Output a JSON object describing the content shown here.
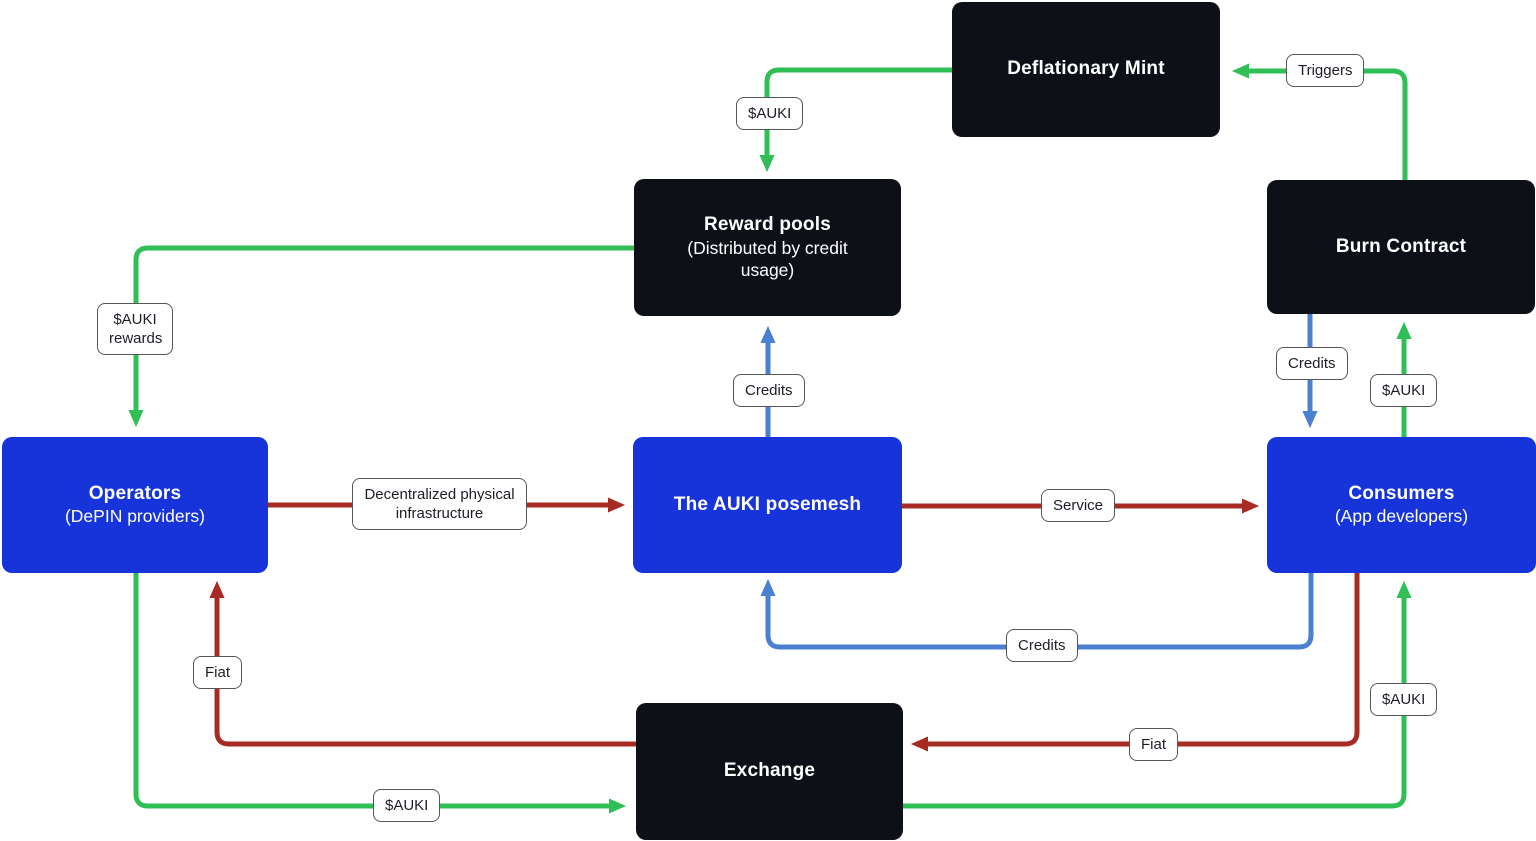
{
  "diagram": {
    "title_hint": "AUKI posemesh token flow diagram",
    "nodes": {
      "deflationary_mint": {
        "title": "Deflationary Mint"
      },
      "reward_pools": {
        "title": "Reward pools",
        "subtitle": "(Distributed by credit usage)"
      },
      "burn_contract": {
        "title": "Burn Contract"
      },
      "operators": {
        "title": "Operators",
        "subtitle": "(DePIN providers)"
      },
      "posemesh": {
        "title": "The AUKI posemesh"
      },
      "consumers": {
        "title": "Consumers",
        "subtitle": "(App developers)"
      },
      "exchange": {
        "title": "Exchange"
      }
    },
    "edge_labels": {
      "mint_auki": "$AUKI",
      "triggers": "Triggers",
      "auki_rewards": "$AUKI rewards",
      "credits_to_pools": "Credits",
      "credits_to_consumers": "Credits",
      "auki_to_burn": "$AUKI",
      "depin_infra": "Decentralized physical infrastructure",
      "service": "Service",
      "credits_to_posemesh": "Credits",
      "fiat_to_operators": "Fiat",
      "fiat_to_exchange": "Fiat",
      "auki_to_exchange": "$AUKI",
      "auki_to_consumers": "$AUKI"
    },
    "edges": [
      {
        "from": "Deflationary Mint",
        "to": "Reward pools",
        "label": "$AUKI",
        "color": "green"
      },
      {
        "from": "Burn Contract",
        "to": "Deflationary Mint",
        "label": "Triggers",
        "color": "green"
      },
      {
        "from": "Reward pools",
        "to": "Operators",
        "label": "$AUKI rewards",
        "color": "green"
      },
      {
        "from": "Consumers",
        "to": "Burn Contract",
        "label": "$AUKI",
        "color": "green"
      },
      {
        "from": "Operators",
        "to": "Exchange",
        "label": "$AUKI",
        "color": "green"
      },
      {
        "from": "Exchange",
        "to": "Consumers",
        "label": "$AUKI",
        "color": "green"
      },
      {
        "from": "Operators",
        "to": "The AUKI posemesh",
        "label": "Decentralized physical infrastructure",
        "color": "red"
      },
      {
        "from": "The AUKI posemesh",
        "to": "Consumers",
        "label": "Service",
        "color": "red"
      },
      {
        "from": "Consumers",
        "to": "Exchange",
        "label": "Fiat",
        "color": "red"
      },
      {
        "from": "Exchange",
        "to": "Operators",
        "label": "Fiat",
        "color": "red"
      },
      {
        "from": "The AUKI posemesh",
        "to": "Reward pools",
        "label": "Credits",
        "color": "blue"
      },
      {
        "from": "Burn Contract",
        "to": "Consumers",
        "label": "Credits",
        "color": "blue"
      },
      {
        "from": "Consumers",
        "to": "The AUKI posemesh",
        "label": "Credits",
        "color": "blue"
      }
    ]
  },
  "colors": {
    "canvas_bg": "#ffffff",
    "node_dark_bg": "#0d1117",
    "node_blue_bg": "#1634da",
    "node_text": "#ffffff",
    "flow_green": "#2fbf55",
    "flow_red": "#a82b23",
    "flow_blue": "#4b7fd2",
    "label_bg": "#ffffff",
    "label_border": "#555555",
    "label_text": "#1d1d27"
  }
}
